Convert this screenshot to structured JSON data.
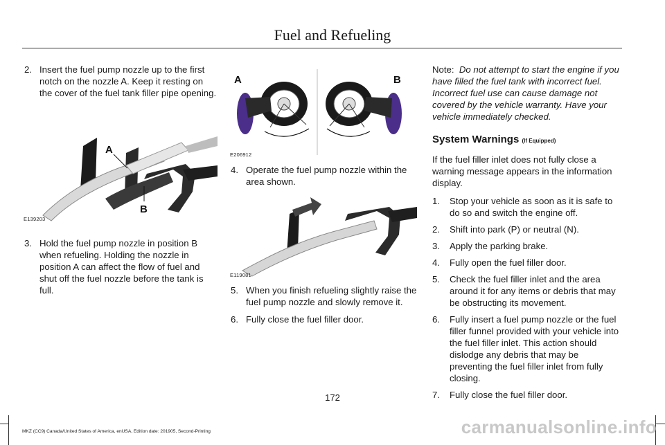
{
  "header": {
    "title": "Fuel and Refueling"
  },
  "col1": {
    "step2": {
      "num": "2.",
      "text": "Insert the fuel pump nozzle up to the first notch on the nozzle A.  Keep it resting on the cover of the fuel tank filler pipe opening."
    },
    "fig1": {
      "label_a": "A",
      "label_b": "B",
      "id": "E139203"
    },
    "step3": {
      "num": "3.",
      "text": "Hold the fuel pump nozzle in position B when refueling.  Holding the nozzle in position A can affect the flow of fuel and shut off the fuel nozzle before the tank is full."
    }
  },
  "col2": {
    "fig2": {
      "label_a": "A",
      "label_b": "B",
      "id": "E206912"
    },
    "step4": {
      "num": "4.",
      "text": "Operate the fuel pump nozzle within the area shown."
    },
    "fig3": {
      "id": "E119081"
    },
    "step5": {
      "num": "5.",
      "text": "When you finish refueling slightly raise the fuel pump nozzle and slowly remove it."
    },
    "step6": {
      "num": "6.",
      "text": "Fully close the fuel filler door."
    }
  },
  "col3": {
    "note_label": "Note:",
    "note_text": "Do not attempt to start the engine if you have filled the fuel tank with incorrect fuel.  Incorrect fuel use can cause damage not covered by the vehicle warranty.  Have your vehicle immediately checked.",
    "heading": "System Warnings",
    "heading_small": "(If Equipped)",
    "intro": "If the fuel filler inlet does not fully close a warning message appears in the information display.",
    "steps": [
      {
        "num": "1.",
        "text": "Stop your vehicle as soon as it is safe to do so and switch the engine off."
      },
      {
        "num": "2.",
        "text": "Shift into park (P) or neutral (N)."
      },
      {
        "num": "3.",
        "text": "Apply the parking brake."
      },
      {
        "num": "4.",
        "text": "Fully open the fuel filler door."
      },
      {
        "num": "5.",
        "text": "Check the fuel filler inlet and the area around it for any items or debris that may be obstructing its movement."
      },
      {
        "num": "6.",
        "text": "Fully insert a fuel pump nozzle or the fuel filler funnel provided with your vehicle into the fuel filler inlet.  This action should dislodge any debris that may be preventing the fuel filler inlet from fully closing."
      },
      {
        "num": "7.",
        "text": "Fully close the fuel filler door."
      }
    ]
  },
  "page_number": "172",
  "footer": "MKZ (CC9) Canada/United States of America, enUSA, Edition date: 201905, Second-Printing",
  "watermark": "carmanualsonline.info"
}
